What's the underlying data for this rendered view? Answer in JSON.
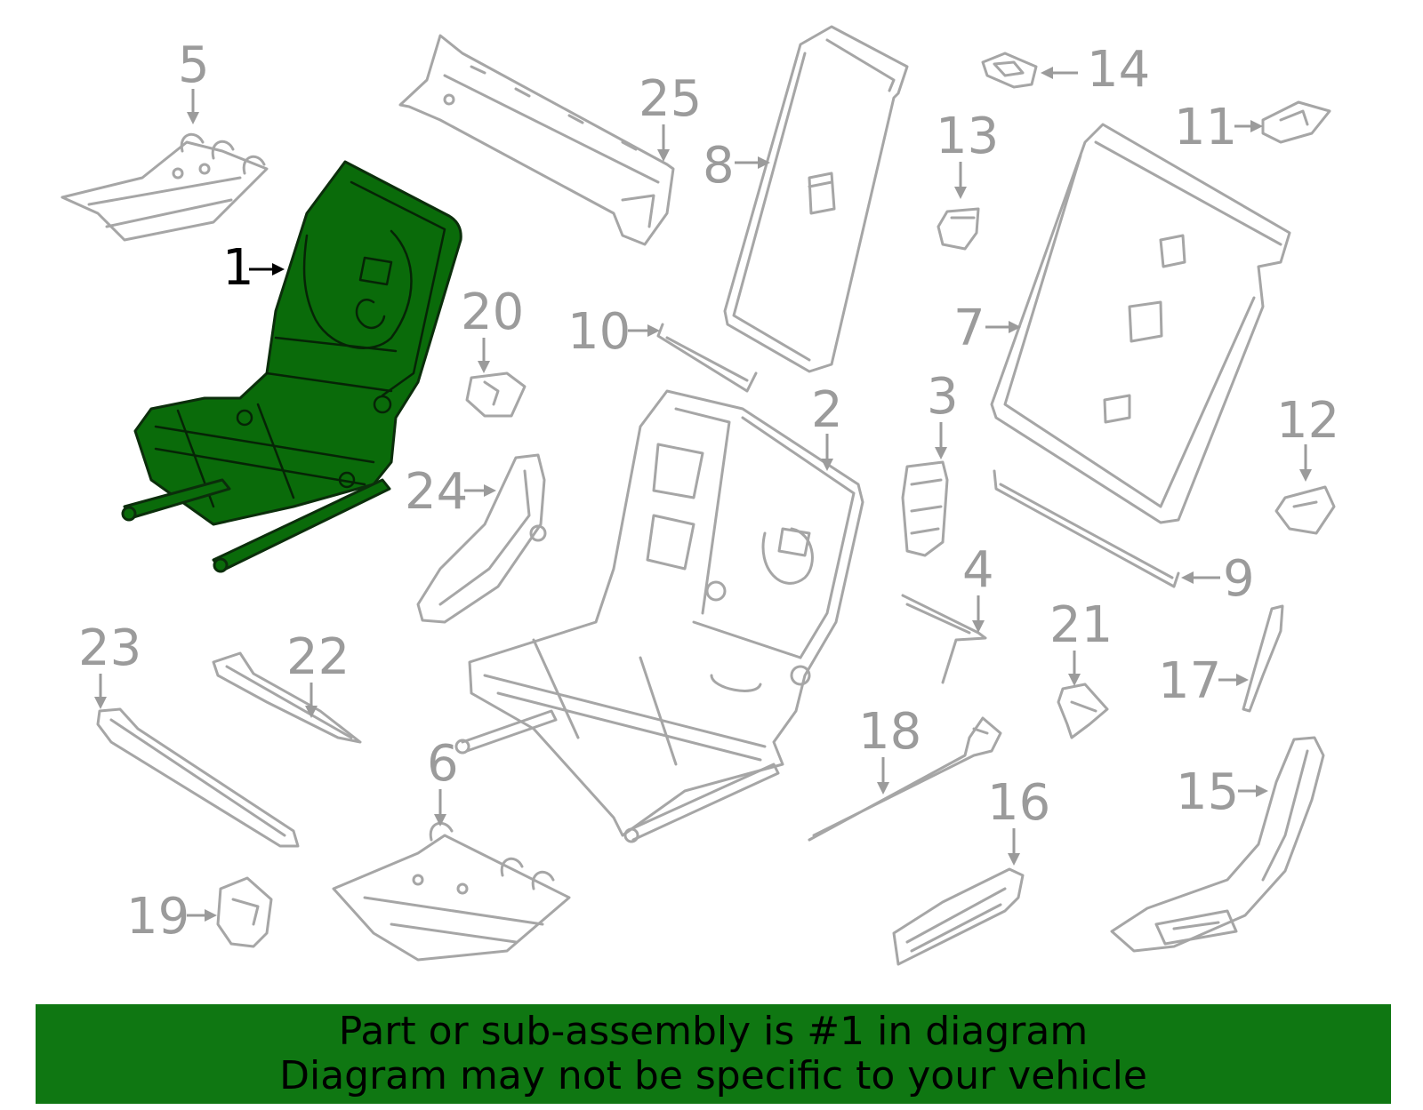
{
  "diagram": {
    "highlight_color": "#0a6b0a",
    "part_color": "#a6a6a6",
    "callouts": {
      "c1": "1",
      "c2": "2",
      "c3": "3",
      "c4": "4",
      "c5": "5",
      "c6": "6",
      "c7": "7",
      "c8": "8",
      "c9": "9",
      "c10": "10",
      "c11": "11",
      "c12": "12",
      "c13": "13",
      "c14": "14",
      "c15": "15",
      "c16": "16",
      "c17": "17",
      "c18": "18",
      "c19": "19",
      "c20": "20",
      "c21": "21",
      "c22": "22",
      "c23": "23",
      "c24": "24",
      "c25": "25"
    }
  },
  "banner": {
    "background": "#0f7712",
    "line1": "Part or sub-assembly is #1 in diagram",
    "line2": "Diagram may not be specific to your vehicle"
  }
}
